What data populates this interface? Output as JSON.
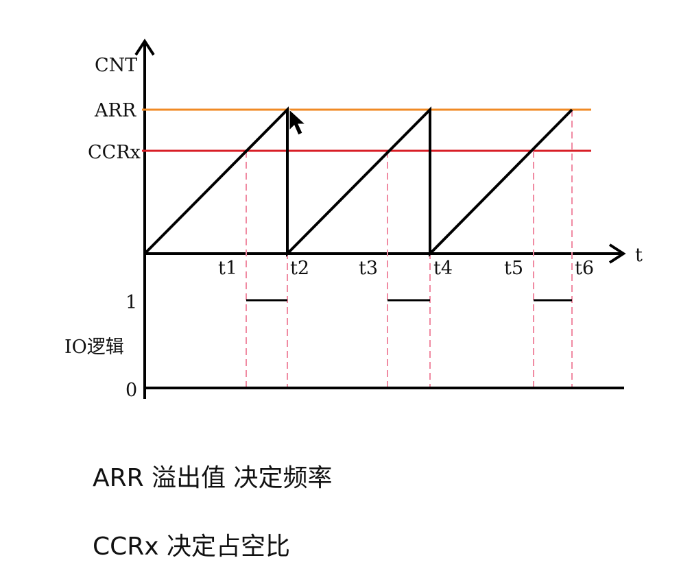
{
  "diagram": {
    "y_axis_label": "CNT",
    "x_axis_label": "t",
    "arr_label": "ARR",
    "ccr_label": "CCRx",
    "time_labels": [
      "t1",
      "t2",
      "t3",
      "t4",
      "t5",
      "t6"
    ],
    "io_high_label": "1",
    "io_axis_label": "IO逻辑",
    "io_low_label": "0",
    "colors": {
      "arr_line": "#f08a24",
      "ccr_line": "#d81e26",
      "counter": "#000000",
      "markers": "#f08aa2"
    }
  },
  "notes": {
    "line1": "ARR 溢出值 决定频率",
    "line2": "CCRx 决定占空比"
  }
}
